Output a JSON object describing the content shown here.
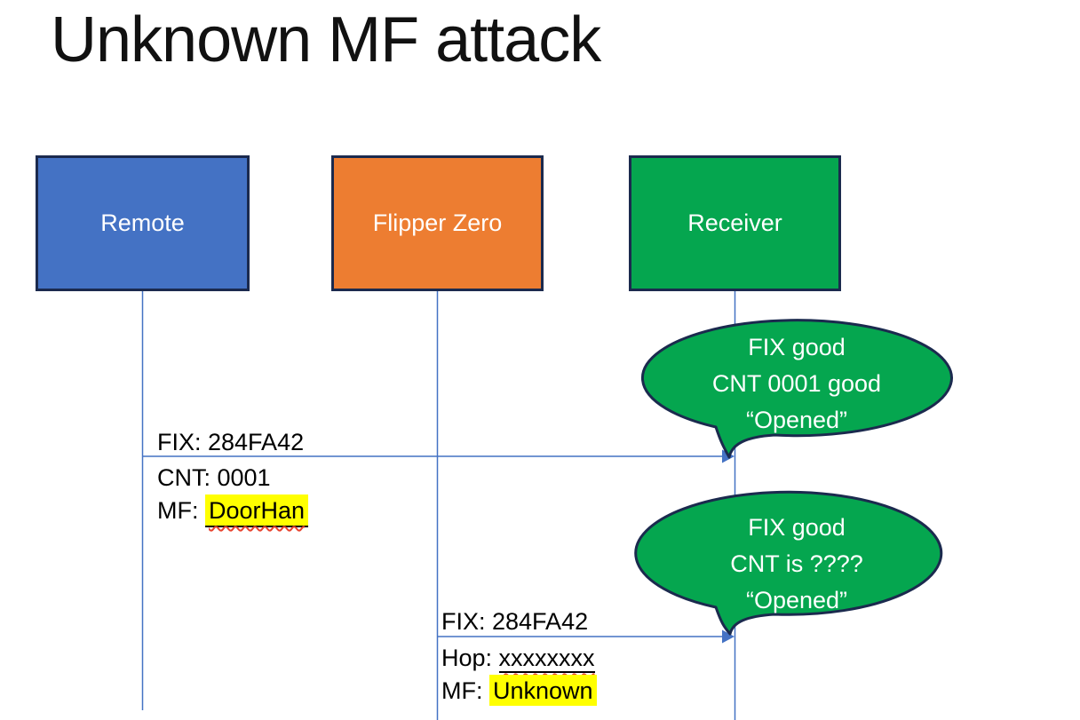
{
  "title": "Unknown MF attack",
  "actors": [
    {
      "id": "remote",
      "label": "Remote",
      "fill": "#4472C4"
    },
    {
      "id": "flipper-zero",
      "label": "Flipper Zero",
      "fill": "#ED7D31"
    },
    {
      "id": "receiver",
      "label": "Receiver",
      "fill": "#05A64F"
    }
  ],
  "messages": [
    {
      "from": "Remote",
      "to": "Receiver",
      "above": "FIX: 284FA42",
      "below": [
        {
          "prefix": "CNT: 0001",
          "value": ""
        },
        {
          "prefix": "MF: ",
          "value": "DoorHan",
          "value_style": "yellow-highlight, black-underline, red-squiggle"
        }
      ]
    },
    {
      "from": "Flipper Zero",
      "to": "Receiver",
      "above": "FIX: 284FA42",
      "below": [
        {
          "prefix": "Hop: ",
          "value": "xxxxxxxx",
          "value_style": "black-underline, red-squiggle"
        },
        {
          "prefix": "MF: ",
          "value": "Unknown",
          "value_style": "yellow-highlight"
        }
      ]
    }
  ],
  "bubbles": [
    {
      "speaker": "Receiver",
      "lines": [
        "FIX good",
        "CNT 0001 good",
        "“Opened”"
      ]
    },
    {
      "speaker": "Receiver",
      "lines": [
        "FIX good",
        "CNT is ????",
        "“Opened”"
      ]
    }
  ],
  "colors": {
    "remote_fill": "#4472C4",
    "flipper_fill": "#ED7D31",
    "receiver_fill": "#05A64F",
    "bubble_fill": "#05A64F",
    "shape_border": "#1B2A4E",
    "connector": "#4472C4",
    "highlight": "#FFFF00",
    "squiggle": "#E8432E",
    "text_on_shapes": "#FFFFFF",
    "body_text": "#000000"
  }
}
